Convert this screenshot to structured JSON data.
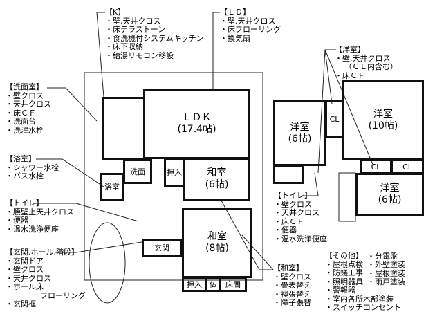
{
  "notes": {
    "kitchen": {
      "title": "【K】",
      "items": [
        "壁.天井クロス",
        "床テラストーン",
        "食洗機付システムキッチン",
        "床下収納",
        "給湯リモコン移設"
      ]
    },
    "ld": {
      "title": "【ＬＤ】",
      "items": [
        "壁.天井クロス",
        "床フローリング",
        "換気扇"
      ]
    },
    "washroom": {
      "title": "【洗面室】",
      "items": [
        "壁クロス",
        "天井クロス",
        "床ＣＦ",
        "洗面台",
        "洗濯水栓"
      ]
    },
    "bath": {
      "title": "【浴室】",
      "items": [
        "シャワー水栓",
        "バス水栓"
      ]
    },
    "toilet1": {
      "title": "【トイレ】",
      "items": [
        "腰壁上天井クロス",
        "便器",
        "温水洗浄便座"
      ]
    },
    "entrance": {
      "title": "【玄関.ホール.階段】",
      "items": [
        "玄関ドア",
        "壁クロス",
        "天井クロス",
        "ホール床"
      ],
      "cont": "フローリング",
      "last": "玄関框"
    },
    "western": {
      "title": "【洋室】",
      "items": [
        "壁.天井クロス"
      ],
      "cont": "（ＣＬ内含む）",
      "last": "床ＣＦ"
    },
    "toilet2": {
      "title": "【トイレ】",
      "items": [
        "壁クロス",
        "天井クロス",
        "床ＣＦ",
        "便器",
        "温水洗浄便座"
      ]
    },
    "washitsu": {
      "title": "【和室】",
      "items": [
        "壁クロス",
        "畳表替え",
        "襖張替え",
        "障子張替"
      ]
    },
    "other": {
      "title": "【その他】",
      "col1": [
        "屋根点検",
        "防蟻工事",
        "照明器具",
        "警報器"
      ],
      "col2": [
        "分電盤",
        "外壁塗装",
        "屋根塗装",
        "雨戸塗装"
      ],
      "wide": [
        "室内各所木部塗装",
        "スイッチコンセント"
      ]
    }
  },
  "rooms": {
    "ldk": "ＬＤＫ\n(17.4帖)",
    "washitsu6": "和室\n(6帖)",
    "washitsu8": "和室\n(8帖)",
    "senmen": "洗面",
    "yokushitsu": "浴室",
    "genkan": "玄関",
    "oshiire1": "押入",
    "oshiire2": "押入",
    "butsu": "仏",
    "tokonoma": "床間",
    "yoshitsu6a": "洋室\n(6帖)",
    "yoshitsu10": "洋室\n(10帖)",
    "yoshitsu6b": "洋室\n(6帖)",
    "cl": "CL"
  }
}
